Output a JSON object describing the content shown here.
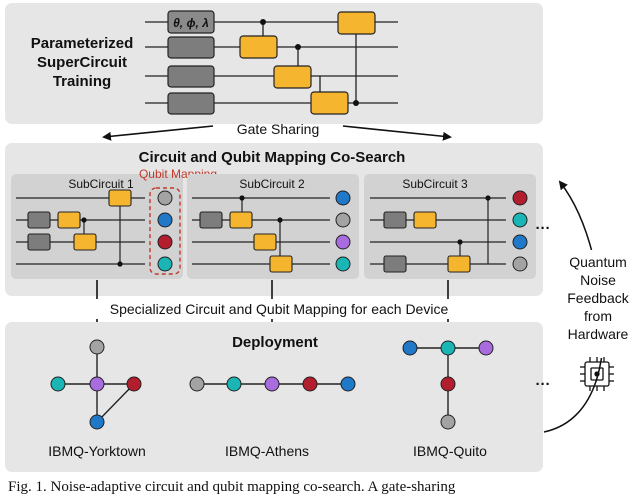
{
  "training": {
    "title_lines": [
      "Parameterized",
      "SuperCircuit",
      "Training"
    ],
    "param_label": "θ, ϕ, λ"
  },
  "gate_sharing_label": "Gate Sharing",
  "cosearch": {
    "title": "Circuit and Qubit Mapping Co-Search",
    "qubit_mapping_label": "Qubit Mapping",
    "subcircuits": [
      {
        "label": "SubCircuit 1",
        "qubit_colors": [
          "#a3a3a3",
          "#1f78c8",
          "#b21e2e",
          "#1ab5b5"
        ]
      },
      {
        "label": "SubCircuit 2",
        "qubit_colors": [
          "#1f78c8",
          "#a3a3a3",
          "#a86ce0",
          "#1ab5b5"
        ]
      },
      {
        "label": "SubCircuit 3",
        "qubit_colors": [
          "#b21e2e",
          "#1ab5b5",
          "#1f78c8",
          "#a3a3a3"
        ]
      }
    ],
    "ellipsis": "···"
  },
  "specialized_label": "Specialized Circuit and Qubit Mapping for each Device",
  "deployment": {
    "title": "Deployment",
    "devices": [
      "IBMQ-Yorktown",
      "IBMQ-Athens",
      "IBMQ-Quito"
    ],
    "ellipsis": "···"
  },
  "feedback": {
    "lines": [
      "Quantum",
      "Noise",
      "Feedback",
      "from",
      "Hardware"
    ]
  },
  "caption": "Fig. 1.  Noise-adaptive circuit and qubit mapping co-search. A gate-sharing",
  "colors": {
    "panel": "#e6e6e6",
    "subpanel": "#d2d2d2",
    "gate_orange": "#f6b52e",
    "gate_gray": "#7d7d7d",
    "accent_red": "#c0392b",
    "node_gray": "#a3a3a3",
    "node_blue": "#1f78c8",
    "node_teal": "#1ab5b5",
    "node_purple": "#a86ce0",
    "node_red": "#b21e2e"
  }
}
